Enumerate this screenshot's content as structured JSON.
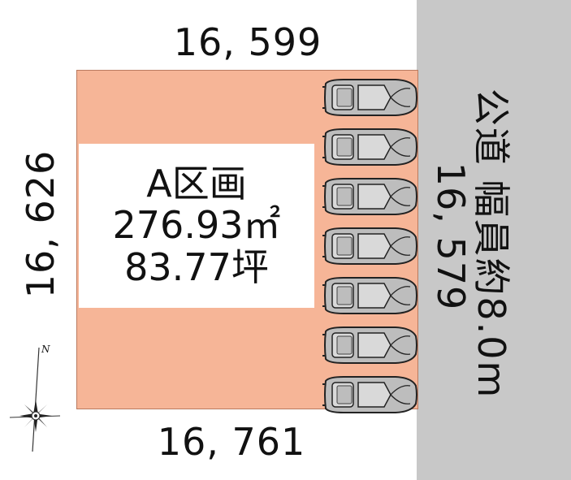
{
  "road": {
    "label": "公道 幅員約8.0m"
  },
  "lot": {
    "name": "A区画",
    "area_m2": "276.93㎡",
    "area_tsubo": "83.77坪"
  },
  "dimensions": {
    "top": "16, 599",
    "bottom": "16, 761",
    "left": "16, 626",
    "right": "16, 579"
  },
  "parking": {
    "car_count": 7
  },
  "compass": {
    "north_label": "N"
  },
  "colors": {
    "lot_fill": "#f6b597",
    "road_fill": "#c8c8c8"
  }
}
